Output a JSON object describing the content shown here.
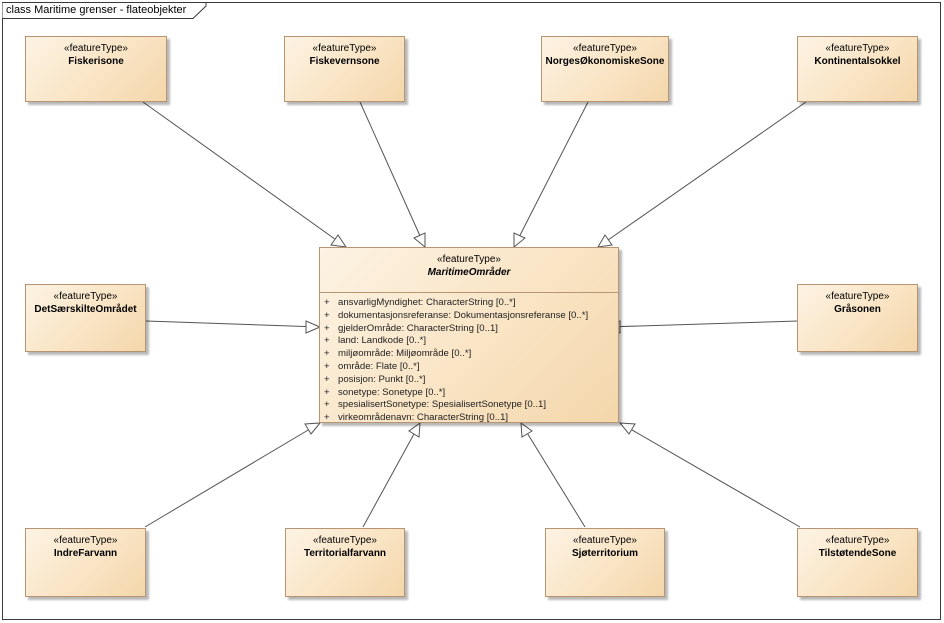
{
  "frame": {
    "title": "class Maritime grenser - flateobjekter"
  },
  "main": {
    "stereotype": "«featureType»",
    "name": "MaritimeOmråder",
    "attributes": [
      {
        "visibility": "+",
        "text": "ansvarligMyndighet: CharacterString [0..*]"
      },
      {
        "visibility": "+",
        "text": "dokumentasjonsreferanse: Dokumentasjonsreferanse [0..*]"
      },
      {
        "visibility": "+",
        "text": "gjelderOmråde: CharacterString [0..1]"
      },
      {
        "visibility": "+",
        "text": "land: Landkode [0..*]"
      },
      {
        "visibility": "+",
        "text": "miljøområde: Miljøområde [0..*]"
      },
      {
        "visibility": "+",
        "text": "område: Flate [0..*]"
      },
      {
        "visibility": "+",
        "text": "posisjon: Punkt [0..*]"
      },
      {
        "visibility": "+",
        "text": "sonetype: Sonetype [0..*]"
      },
      {
        "visibility": "+",
        "text": "spesialisertSonetype: SpesialisertSonetype [0..1]"
      },
      {
        "visibility": "+",
        "text": "virkeområdenavn: CharacterString [0..1]"
      }
    ]
  },
  "classes": {
    "fiskerisone": {
      "stereotype": "«featureType»",
      "name": "Fiskerisone"
    },
    "fiskevernsone": {
      "stereotype": "«featureType»",
      "name": "Fiskevernsone"
    },
    "norges_okonomiske_sone": {
      "stereotype": "«featureType»",
      "name": "NorgesØkonomiskeSone"
    },
    "kontinentalsokkel": {
      "stereotype": "«featureType»",
      "name": "Kontinentalsokkel"
    },
    "det_saerskilte_omradet": {
      "stereotype": "«featureType»",
      "name": "DetSærskilteOmrådet"
    },
    "grasonen": {
      "stereotype": "«featureType»",
      "name": "Gråsonen"
    },
    "indre_farvann": {
      "stereotype": "«featureType»",
      "name": "IndreFarvann"
    },
    "territorialfarvann": {
      "stereotype": "«featureType»",
      "name": "Territorialfarvann"
    },
    "sjoterritorium": {
      "stereotype": "«featureType»",
      "name": "Sjøterritorium"
    },
    "tilstotende_sone": {
      "stereotype": "«featureType»",
      "name": "TilstøtendeSone"
    }
  },
  "colors": {
    "class_fill_light": "#fdf3e4",
    "class_fill_dark": "#f4d7ab",
    "class_border": "#b89470",
    "line": "#555555"
  }
}
